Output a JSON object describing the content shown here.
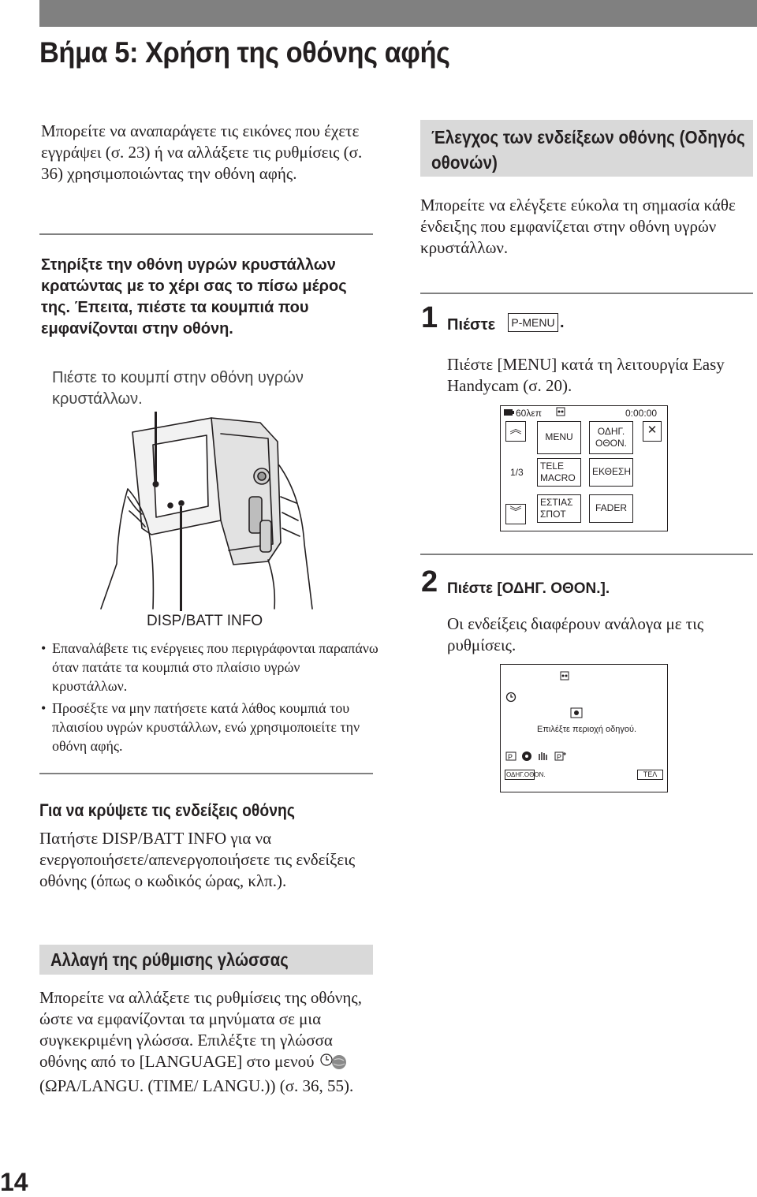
{
  "page": {
    "title": "Βήμα 5: Χρήση της οθόνης αφής",
    "page_number": "14"
  },
  "left": {
    "intro": "Μπορείτε να αναπαράγετε τις εικόνες που έχετε εγγράψει (σ. 23) ή να αλλάξετε τις ρυθμίσεις (σ. 36) χρησιμοποιώντας την οθόνη αφής.",
    "step_bold": "Στηρίξτε την οθόνη υγρών κρυστάλλων κρατώντας με το χέρι σας το πίσω μέρος της. Έπειτα, πιέστε τα κουμπιά που εμφανίζονται στην οθόνη.",
    "step_sub": "Πιέστε το κουμπί στην οθόνη υγρών κρυστάλλων.",
    "disp_label": "DISP/BATT INFO",
    "bullets": [
      "Επαναλάβετε τις ενέργειες που περιγράφονται παραπάνω όταν πατάτε τα κουμπιά στο πλαίσιο υγρών κρυστάλλων.",
      "Προσέξτε να μην πατήσετε κατά λάθος κουμπιά του πλαισίου υγρών κρυστάλλων, ενώ χρησιμοποιείτε την οθόνη αφής."
    ],
    "hide_title": "Για να κρύψετε τις ενδείξεις οθόνης",
    "hide_text": "Πατήστε DISP/BATT INFO για να ενεργοποιήσετε/απενεργοποιήσετε τις ενδείξεις οθόνης (όπως ο κωδικός ώρας, κλπ.).",
    "lang_title": "Αλλαγή της ρύθμισης γλώσσας",
    "lang_text_1": "Μπορείτε να αλλάξετε τις ρυθμίσεις της οθόνης, ώστε να εμφανίζονται τα μηνύματα σε μια συγκεκριμένη γλώσσα. Επιλέξτε τη γλώσσα οθόνης από το [LANGUAGE] στο μενού",
    "lang_text_2": "(ΩΡΑ/LANGU. (TIME/ LANGU.)) (σ. 36, 55)."
  },
  "right": {
    "title": "Έλεγχος των ενδείξεων οθόνης (Οδηγός οθονών)",
    "intro": "Μπορείτε να ελέγξετε εύκολα τη σημασία κάθε ένδειξης που εμφανίζεται στην οθόνη υγρών κρυστάλλων.",
    "step1_num": "1",
    "step1_text": "Πιέστε",
    "step1_button": "P-MENU",
    "step1_sub": "Πιέστε [MENU] κατά τη λειτουργία Easy Handycam (σ. 20).",
    "step2_num": "2",
    "step2_text": "Πιέστε [ΟΔΗΓ. ΟΘΟΝ.].",
    "step2_sub": "Οι ενδείξεις διαφέρουν ανάλογα με τις ρυθμίσεις."
  },
  "screen1": {
    "battery": "60λεπ",
    "timecode": "0:00:00",
    "menu": "MENU",
    "guide": "ΟΔΗΓ. ΟΘΟΝ.",
    "page": "1/3",
    "tele_macro": "TELE MACRO",
    "exposure": "ΕΚΘΕΣΗ",
    "spot_focus": "ΕΣΤΙΑΣ ΣΠΟΤ",
    "fader": "FADER"
  },
  "screen2": {
    "prompt": "Επιλέξτε περιοχή οδηγού.",
    "guide_btn": "ΟΔΗΓ.ΟΘΟΝ.",
    "end_btn": "ΤΕΛ"
  }
}
